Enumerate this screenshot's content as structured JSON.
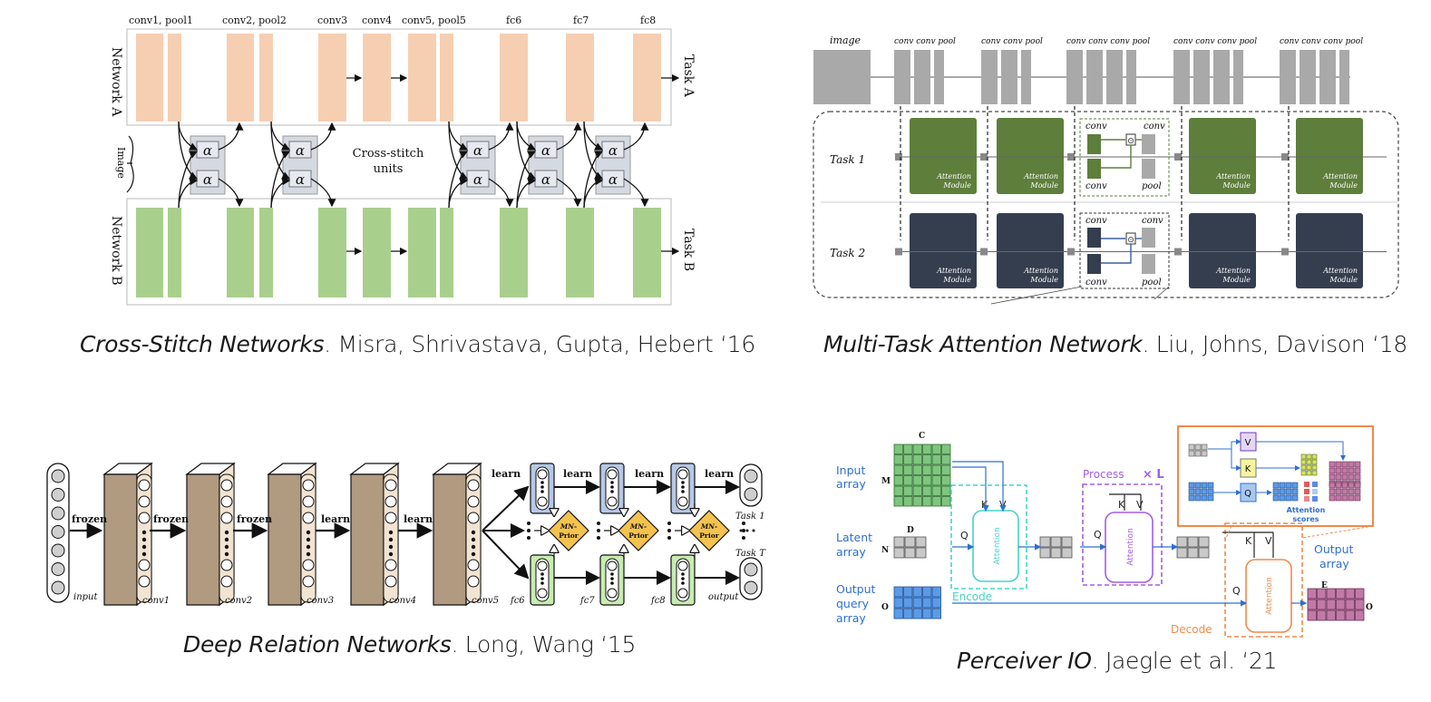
{
  "captions": {
    "cross_stitch": {
      "title": "Cross-Stitch Networks",
      "rest": ". Misra, Shrivastava, Gupta, Hebert ‘16"
    },
    "mtan": {
      "title": "Multi-Task Attention Network",
      "rest": ". Liu, Johns, Davison ‘18"
    },
    "drn": {
      "title": "Deep Relation Networks",
      "rest": ". Long, Wang ‘15"
    },
    "perceiver": {
      "title": "Perceiver IO",
      "rest": ". Jaegle et al. ‘21"
    }
  },
  "cross_stitch": {
    "layers": [
      "conv1, pool1",
      "conv2, pool2",
      "conv3",
      "conv4",
      "conv5, pool5",
      "fc6",
      "fc7",
      "fc8"
    ],
    "network_a": "Network A",
    "network_b": "Network B",
    "task_a": "Task A",
    "task_b": "Task B",
    "image": "Image",
    "alpha": "α",
    "units_line1": "Cross-stitch",
    "units_line2": "units",
    "colors": {
      "net_a": "#f6cfb3",
      "net_b": "#a9cf8d",
      "unit": "#d5dae2"
    }
  },
  "mtan": {
    "image": "image",
    "block_header": "conv conv pool",
    "block_header_4": "conv conv conv pool",
    "task1": "Task 1",
    "task2": "Task 2",
    "attention_line1": "Attention",
    "attention_line2": "Module",
    "conv": "conv",
    "pool": "pool",
    "colors": {
      "shared": "#a9a9a9",
      "task1": "#5e7e3b",
      "task2": "#353e4f"
    }
  },
  "drn": {
    "labels": {
      "frozen": "frozen",
      "learn": "learn",
      "input": "input",
      "output": "output",
      "task1": "Task 1",
      "taskT": "Task T",
      "prior_line1": "MN-",
      "prior_line2": "Prior"
    },
    "layers": [
      "conv1",
      "conv2",
      "conv3",
      "conv4",
      "conv5"
    ],
    "fc": [
      "fc6",
      "fc7",
      "fc8"
    ],
    "colors": {
      "conv": "#b09a80",
      "fc_top": "#b6c8e6",
      "fc_bottom": "#c7ecb1",
      "prior": "#f4c24e"
    }
  },
  "perceiver": {
    "input_array": [
      "Input",
      "array"
    ],
    "latent_array": [
      "Latent",
      "array"
    ],
    "output_query": [
      "Output",
      "query",
      "array"
    ],
    "output_array": [
      "Output",
      "array"
    ],
    "dims": {
      "c": "C",
      "m": "M",
      "d": "D",
      "n": "N",
      "o": "O",
      "e": "E"
    },
    "q": "Q",
    "k": "K",
    "v": "V",
    "attention": "Attention",
    "encode": "Encode",
    "process": "Process",
    "times_l": "× L",
    "decode": "Decode",
    "attention_scores": [
      "Attention",
      "scores"
    ],
    "colors": {
      "encode": "#46d3c8",
      "process": "#a55de0",
      "decode": "#f08a4b",
      "input": "#5aaa5a",
      "latent": "#bfbfbf",
      "query": "#4a88d6",
      "output": "#b25b8d",
      "label": "#2f6fd0"
    }
  }
}
